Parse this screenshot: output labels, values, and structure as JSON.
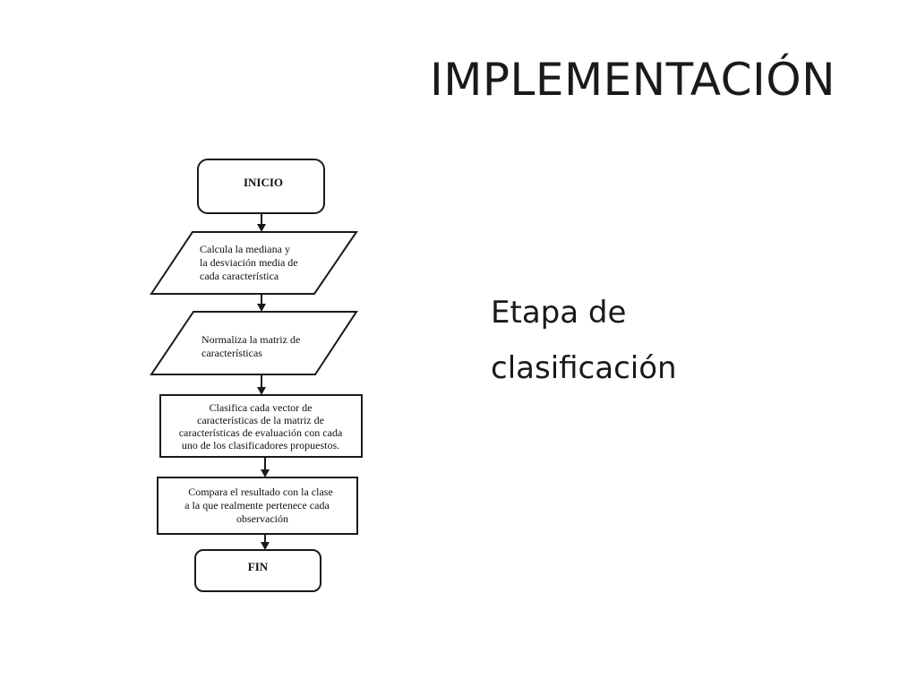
{
  "slide": {
    "title": "IMPLEMENTACIÓN",
    "side_text": [
      "Etapa de",
      "clasificación"
    ]
  },
  "flowchart": {
    "start": {
      "label": "INICIO"
    },
    "step1": {
      "lines": [
        "Calcula la mediana  y",
        "la desviación  media de",
        "cada característica"
      ]
    },
    "step2": {
      "lines": [
        "Normaliza la matriz de",
        "características"
      ]
    },
    "step3": {
      "lines": [
        "Clasifica  cada vector de",
        "características  de la matriz de",
        "características  de evaluación  con cada",
        "uno de los clasificadores propuestos."
      ]
    },
    "step4": {
      "lines": [
        "Compara el resultado con la clase",
        "a la que realmente pertenece  cada",
        "observación"
      ]
    },
    "end": {
      "label": "FIN"
    }
  }
}
